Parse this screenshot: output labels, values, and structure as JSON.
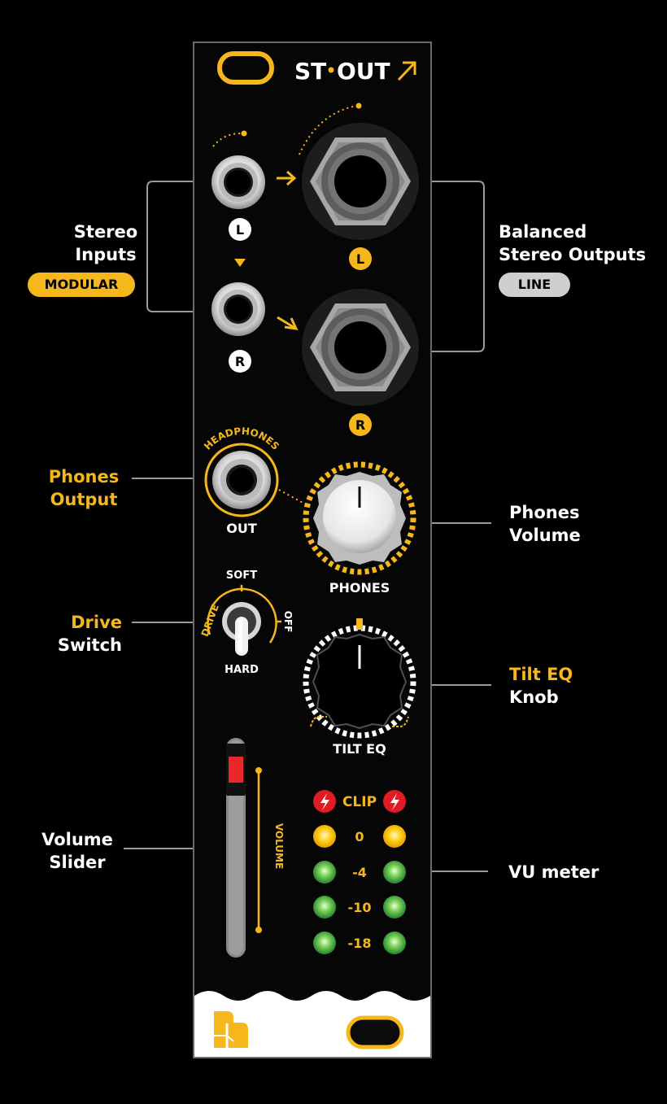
{
  "module": {
    "name_left": "ST",
    "name_right": "OUT",
    "arrow_icon": "arrow-up-right-icon"
  },
  "panel": {
    "input_l_letter": "L",
    "input_r_letter": "R",
    "output_l_letter": "L",
    "output_r_letter": "R",
    "headphones_arc": "HEADPHONES",
    "out_label": "OUT",
    "phones_knob_label": "PHONES",
    "switch_top": "SOFT",
    "switch_bottom": "HARD",
    "switch_left": "DRIVE",
    "switch_right": "OFF",
    "tilt_label": "TILT EQ",
    "volume_label": "VOLUME",
    "clip_label": "CLIP",
    "vu_levels": [
      "0",
      "-4",
      "-10",
      "-18"
    ]
  },
  "callouts": {
    "stereo_inputs": [
      "Stereo",
      "Inputs"
    ],
    "modular_pill": "MODULAR",
    "balanced_outputs": [
      "Balanced",
      "Stereo Outputs"
    ],
    "line_pill": "LINE",
    "phones_output": [
      "Phones",
      "Output"
    ],
    "phones_volume": [
      "Phones",
      "Volume"
    ],
    "drive_switch_1": "Drive",
    "drive_switch_2": "Switch",
    "tilt_eq_1": "Tilt EQ",
    "tilt_eq_2": "Knob",
    "volume_slider": [
      "Volume",
      "Slider"
    ],
    "vu_meter": "VU meter"
  },
  "colors": {
    "accent": "#f6b71c",
    "panel": "#060606",
    "clip_red": "#e01b22",
    "led_green": "#3fae49",
    "led_yellow": "#ffd21f",
    "fader_red": "#e8262b"
  }
}
